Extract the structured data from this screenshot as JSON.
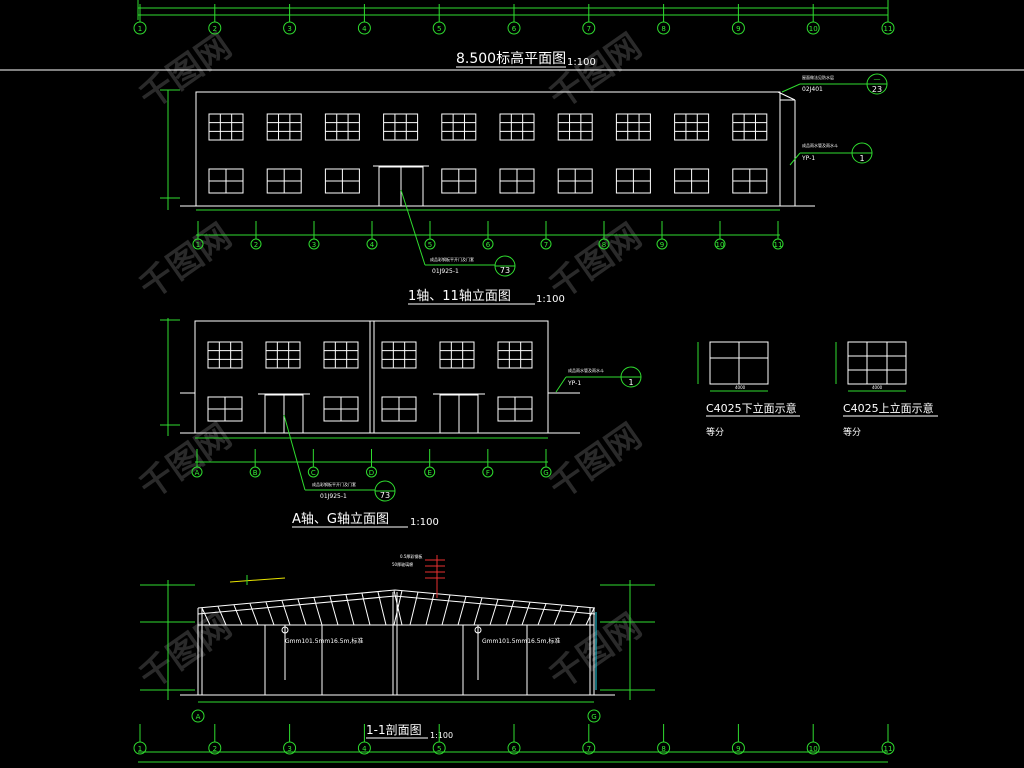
{
  "titles": {
    "plan": "8.500标高平面图",
    "plan_scale": "1:100",
    "elev1": "1轴、11轴立面图",
    "elev1_scale": "1:100",
    "elev2": "A轴、G轴立面图",
    "elev2_scale": "1:100",
    "section": "1-1剖面图",
    "section_scale": "1:100"
  },
  "window_details": [
    {
      "title": "C4025下立面示意",
      "note": "等分"
    },
    {
      "title": "C4025上立面示意",
      "note": "等分"
    }
  ],
  "callouts": {
    "c1_code": "02J401",
    "c1_num": "23",
    "c2_code": "YP-1",
    "c2_num": "1",
    "c3_code": "01J925-1",
    "c3_num": "73",
    "c4_code": "YP-1",
    "c4_num": "1",
    "c5_code": "01J925-1",
    "c5_num": "73"
  },
  "grid_labels_plan": [
    "1",
    "2",
    "3",
    "4",
    "5",
    "6",
    "7",
    "8",
    "9",
    "10",
    "11"
  ],
  "grid_labels_elev1": [
    "1",
    "2",
    "3",
    "4",
    "5",
    "6",
    "7",
    "8",
    "9",
    "10",
    "11"
  ],
  "grid_labels_elev2": [
    "A",
    "B",
    "C",
    "D",
    "E",
    "F",
    "G"
  ],
  "grid_labels_bottom": [
    "1",
    "2",
    "3",
    "4",
    "5",
    "6",
    "7",
    "8",
    "9",
    "10",
    "11"
  ],
  "section_letters": [
    "A",
    "G"
  ],
  "section_notes": [
    "Gmm101.5mm16.5m,标准",
    "Gmm101.5mm16.5m,标准"
  ],
  "watermark": "千图网"
}
